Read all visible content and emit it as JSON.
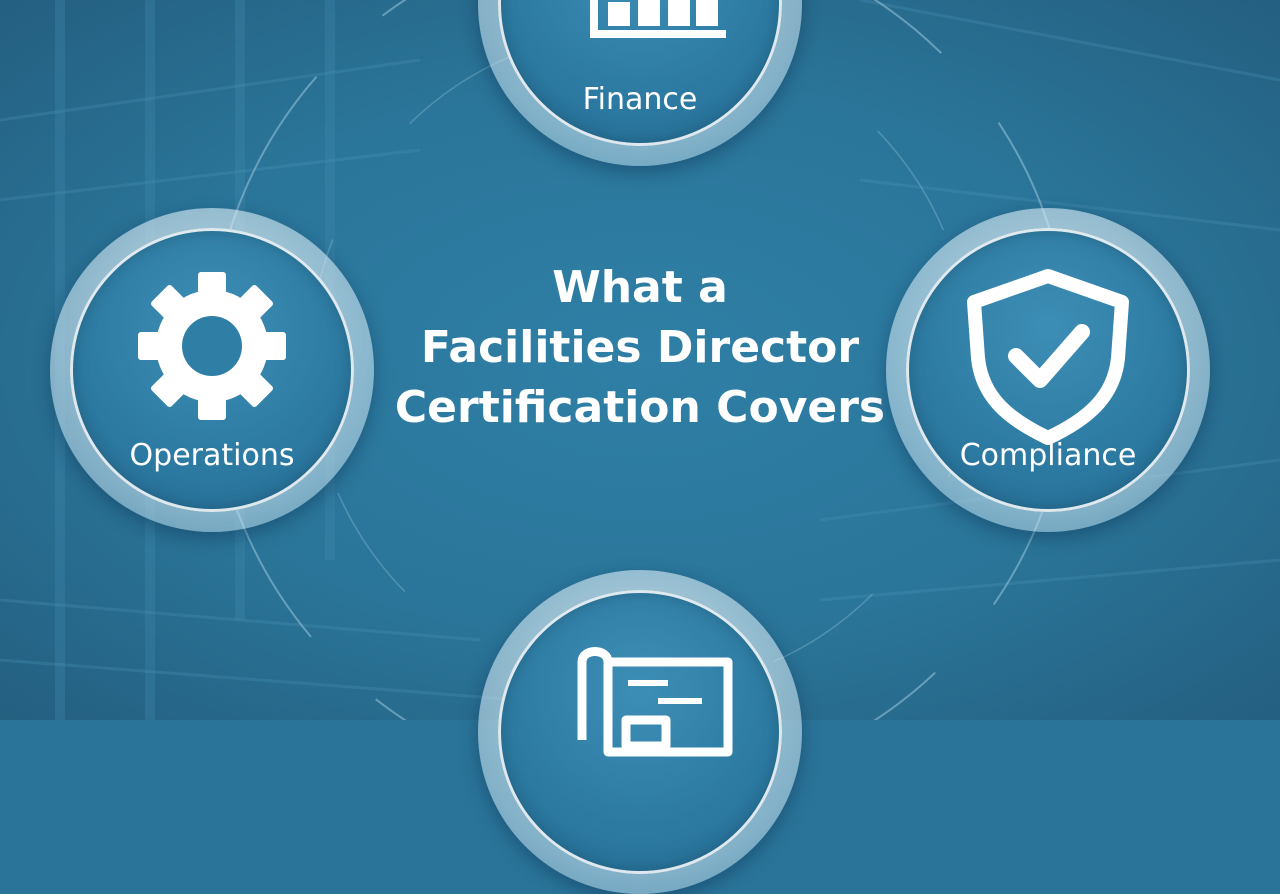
{
  "title": {
    "line1": "What a",
    "line2": "Facilities Director",
    "line3": "Certification Covers"
  },
  "nodes": {
    "finance": {
      "label": "Finance",
      "icon": "bar-chart-icon"
    },
    "operations": {
      "label": "Operations",
      "icon": "gear-icon"
    },
    "compliance": {
      "label": "Compliance",
      "icon": "shield-check-icon"
    },
    "planning": {
      "label": "",
      "icon": "blueprint-icon"
    }
  },
  "colors": {
    "background": "#2a7499",
    "node_fill": "#2c7aa2",
    "ring": "#d5e8f2",
    "text": "#ffffff"
  }
}
